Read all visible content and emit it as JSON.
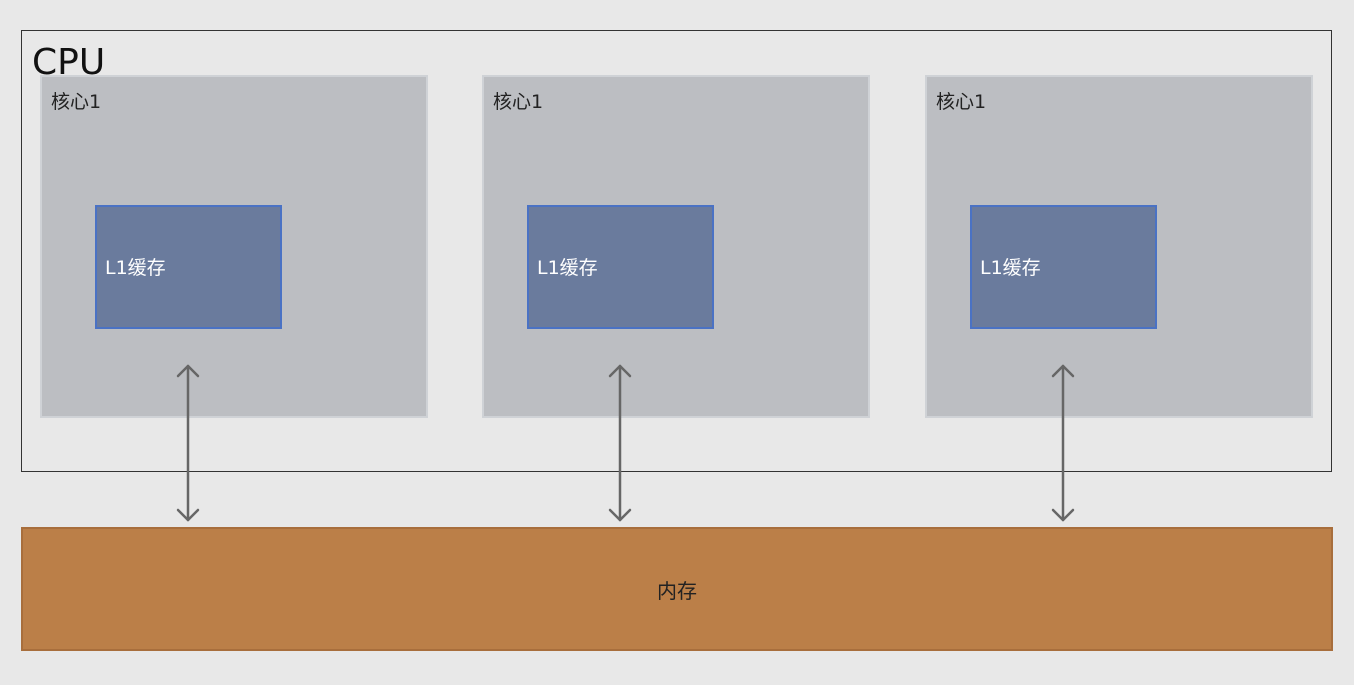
{
  "cpu": {
    "title": "CPU",
    "cores": [
      {
        "label": "核心1",
        "cache_label": "L1缓存"
      },
      {
        "label": "核心1",
        "cache_label": "L1缓存"
      },
      {
        "label": "核心1",
        "cache_label": "L1缓存"
      }
    ]
  },
  "memory": {
    "label": "内存"
  },
  "colors": {
    "background": "#e8e8e8",
    "core_fill": "#bcbec2",
    "cache_fill": "#6a7b9d",
    "cache_border": "#4a72c4",
    "memory_fill": "#bb7f48",
    "arrow": "#666666"
  }
}
